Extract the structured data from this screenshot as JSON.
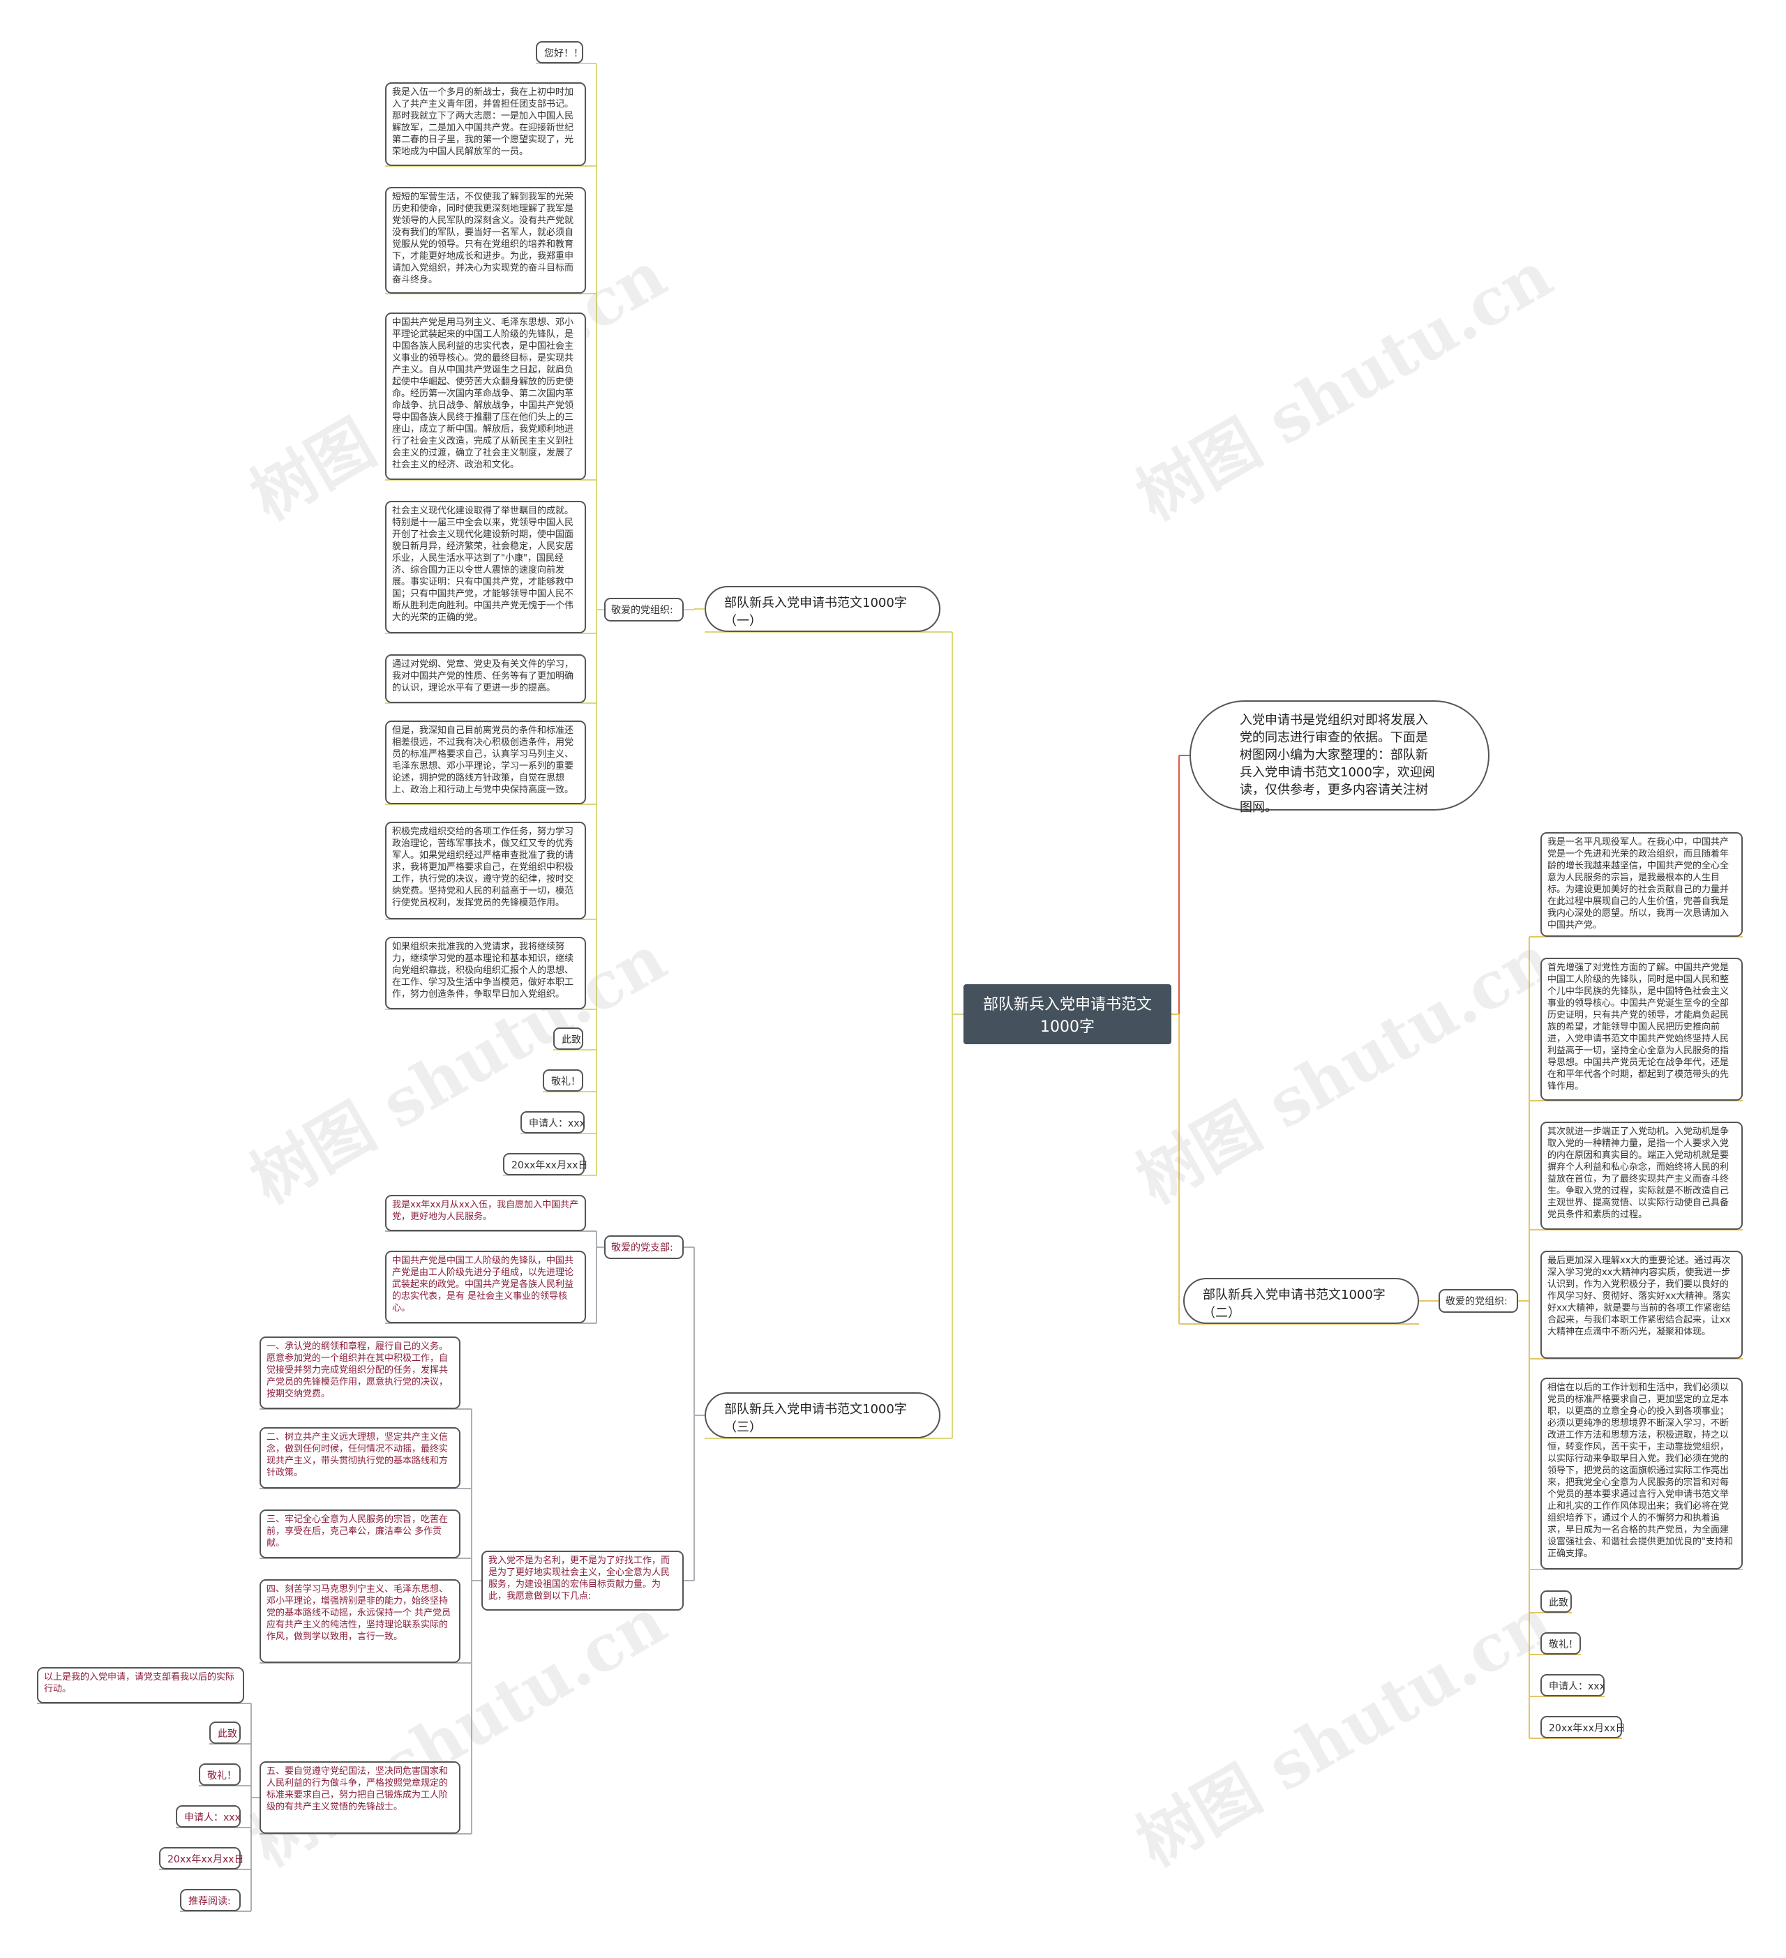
{
  "root": {
    "title": "部队新兵入党申请书范文1000字"
  },
  "intro": {
    "text": "入党申请书是党组织对即将发展入党的同志进行审查的依据。下面是树图网小编为大家整理的：部队新兵入党申请书范文1000字，欢迎阅读，仅供参考，更多内容请关注树图网。"
  },
  "branch1": {
    "title": "部队新兵入党申请书范文1000字（一）",
    "tag": "敬爱的党组织:",
    "leaves": [
      "您好！！",
      "我是入伍一个多月的新战士，我在上初中时加入了共产主义青年团，并曾担任团支部书记。那时我就立下了两大志愿：一是加入中国人民解放军，二是加入中国共产党。在迎接新世纪第二春的日子里，我的第一个愿望实现了，光荣地成为中国人民解放军的一员。",
      "短短的军营生活，不仅使我了解到我军的光荣历史和使命，同时使我更深刻地理解了我军是党领导的人民军队的深刻含义。没有共产党就没有我们的军队，要当好一名军人，就必须自觉服从党的领导。只有在党组织的培养和教育下，才能更好地成长和进步。为此，我郑重申请加入党组织，并决心为实现党的奋斗目标而奋斗终身。",
      "中国共产党是用马列主义、毛泽东思想、邓小平理论武装起来的中国工人阶级的先锋队，是中国各族人民利益的忠实代表，是中国社会主义事业的领导核心。党的最终目标，是实现共产主义。自从中国共产党诞生之日起，就肩负起使中华崛起、使劳苦大众翻身解放的历史使命。经历第一次国内革命战争、第二次国内革命战争、抗日战争、解放战争，中国共产党领导中国各族人民终于推翻了压在他们头上的三座山，成立了新中国。解放后，我党顺利地进行了社会主义改造，完成了从新民主主义到社会主义的过渡，确立了社会主义制度，发展了社会主义的经济、政治和文化。",
      "社会主义现代化建设取得了举世瞩目的成就。特别是十一届三中全会以来，党领导中国人民开创了社会主义现代化建设新时期，使中国面貌日新月异，经济繁荣，社会稳定，人民安居乐业，人民生活水平达到了\"小康\"，国民经济、综合国力正以令世人震惊的速度向前发展。事实证明：只有中国共产党，才能够救中国；只有中国共产党，才能够领导中国人民不断从胜利走向胜利。中国共产党无愧于一个伟大的光荣的正确的党。",
      "通过对党纲、党章、党史及有关文件的学习，我对中国共产党的性质、任务等有了更加明确的认识，理论水平有了更进一步的提高。",
      "但是，我深知自己目前离党员的条件和标准还相差很远，不过我有决心积极创造条件，用党员的标准严格要求自己，认真学习马列主义、毛泽东思想、邓小平理论，学习一系列的重要论述，拥护党的路线方针政策，自觉在思想上、政治上和行动上与党中央保持高度一致。",
      "积极完成组织交给的各项工作任务，努力学习政治理论，苦练军事技术，做又红又专的优秀军人。如果党组织经过严格审查批准了我的请求，我将更加严格要求自己，在党组织中积极工作，执行党的决议，遵守党的纪律，按时交纳党费。坚持党和人民的利益高于一切，模范行使党员权利，发挥党员的先锋模范作用。",
      "如果组织未批准我的入党请求，我将继续努力，继续学习党的基本理论和基本知识，继续向党组织靠拢，积极向组织汇报个人的思想、在工作、学习及生活中争当模范，做好本职工作，努力创造条件，争取早日加入党组织。",
      "此致",
      "敬礼！",
      "申请人：xxx",
      "20xx年xx月xx日"
    ]
  },
  "branch2": {
    "title": "部队新兵入党申请书范文1000字（二）",
    "tag": "敬爱的党组织:",
    "leaves": [
      "我是一名平凡现役军人。在我心中，中国共产党是一个先进和光荣的政治组织，而且随着年龄的增长我越来越坚信，中国共产党的全心全意为人民服务的宗旨，是我最根本的人生目标。为建设更加美好的社会贡献自己的力量并在此过程中展现自己的人生价值，完善自我是我内心深处的愿望。所以，我再一次恳请加入中国共产党。",
      "首先增强了对党性方面的了解。中国共产党是中国工人阶级的先锋队，同时是中国人民和整个儿中华民族的先锋队，是中国特色社会主义事业的领导核心。中国共产党诞生至今的全部历史证明，只有共产党的领导，才能肩负起民族的希望，才能领导中国人民把历史推向前进，入党申请书范文中国共产党始终坚持人民利益高于一切，坚持全心全意为人民服务的指导思想。中国共产党员无论在战争年代，还是在和平年代各个时期，都起到了模范带头的先锋作用。",
      "其次就进一步端正了入党动机。入党动机是争取入党的一种精神力量，是指一个人要求入党的内在原因和真实目的。端正入党动机就是要摒弃个人利益和私心杂念，而始终将人民的利益放在首位，为了最终实现共产主义而奋斗终生。争取入党的过程，实际就是不断改造自己主观世界、提高觉悟、以实际行动使自己具备党员条件和素质的过程。",
      "最后更加深入理解xx大的重要论述。通过再次深入学习党的xx大精神内容实质，使我进一步认识到，作为入党积极分子，我们要以良好的作风学习好、贯彻好、落实好xx大精神。落实好xx大精神，就是要与当前的各项工作紧密结合起来，与我们本职工作紧密结合起来，让xx大精神在点滴中不断闪光，凝聚和体现。",
      "相信在以后的工作计划和生活中，我们必须以党员的标准严格要求自己，更加坚定的立足本职，以更高的立意全身心的投入到各项事业；必须以更纯净的思想境界不断深入学习，不断改进工作方法和思想方法，积极进取，持之以恒，转变作风，苦干实干，主动靠拢党组织，以实际行动来争取早日入党。我们必须在党的领导下，把党员的这面旗帜通过实际工作亮出来，把我党全心全意为人民服务的宗旨和对每个党员的基本要求通过言行入党申请书范文举止和扎实的工作作风体现出来；我们必将在党组织培养下，通过个人的不懈努力和执着追求，早日成为一名合格的共产党员，为全面建设富强社会、和谐社会提供更加优良的\"支持和正确支撑。",
      "此致",
      "敬礼！",
      "申请人：xxx",
      "20xx年xx月xx日"
    ]
  },
  "branch3": {
    "title": "部队新兵入党申请书范文1000字（三）",
    "tag": "敬爱的党支部:",
    "leaves_a": [
      "我是xx年xx月从xx入伍，我自愿加入中国共产党，更好地为人民服务。",
      "中国共产党是中国工人阶级的先锋队，中国共产党是由工人阶级先进分子组成，以先进理论武装起来的政党。中国共产党是各族人民利益的忠实代表，是有 是社会主义事业的领导核心。"
    ],
    "hub": "我入党不是为名利，更不是为了好找工作，而是为了更好地实现社会主义，全心全意为人民服务，为建设祖国的宏伟目标贡献力量。为此，我愿意做到以下几点:",
    "points": [
      "一、承认党的纲领和章程，履行自己的义务。愿意参加党的一个组织并在其中积极工作，自觉接受并努力完成党组织分配的任务，发挥共产党员的先锋模范作用，愿意执行党的决议，按期交纳党费。",
      "二、树立共产主义远大理想，坚定共产主义信念，做到任何时候，任何情况不动摇，最终实现共产主义，带头贯彻执行党的基本路线和方针政策。",
      "三、牢记全心全意为人民服务的宗旨，吃苦在前，享受在后，克己奉公，廉洁奉公 多作贡献。",
      "四、刻苦学习马克思列宁主义、毛泽东思想、邓小平理论，增强辨别是非的能力，始终坚持党的基本路线不动摇，永远保持一个 共产党员应有共产主义的纯洁性，坚持理论联系实际的作风，做到学以致用，言行一致。",
      "五、要自觉遵守党纪国法，坚决同危害国家和人民利益的行为做斗争，严格按照党章规定的标准来要求自己，努力把自己锻炼成为工人阶级的有共产主义觉悟的先锋战士。"
    ],
    "tail": [
      "以上是我的入党申请，请党支部看我以后的实际行动。",
      "此致",
      "敬礼！",
      "申请人：xxx",
      "20xx年xx月xx日",
      "推荐阅读:"
    ]
  },
  "watermark": {
    "text": "树图 shutu.cn"
  },
  "colors": {
    "root_fill": "#45515c",
    "edge_branch1": "#d9d87a",
    "edge_branch2": "#e6c466",
    "edge_branch3": "#aab0b6",
    "edge_intro": "#e0593f",
    "accent_text": "#8b1f3b"
  }
}
